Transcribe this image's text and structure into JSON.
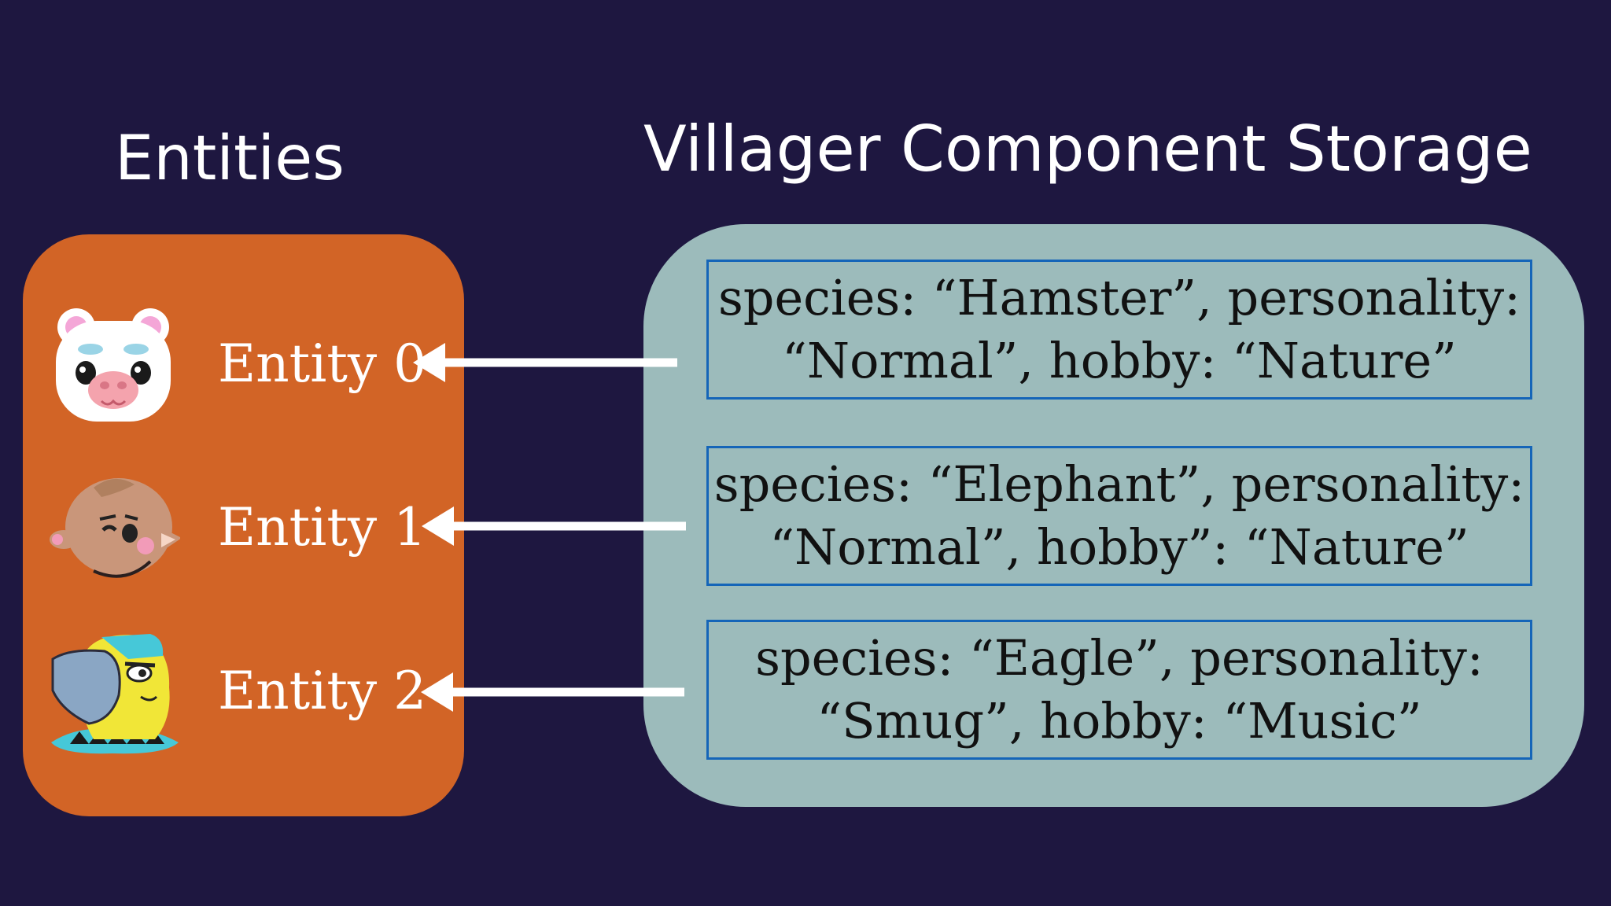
{
  "headings": {
    "entities": "Entities",
    "storage": "Villager Component Storage"
  },
  "entities": [
    {
      "label": "Entity 0",
      "icon": "hamster-villager-icon"
    },
    {
      "label": "Entity 1",
      "icon": "elephant-villager-icon"
    },
    {
      "label": "Entity 2",
      "icon": "eagle-villager-icon"
    }
  ],
  "components": [
    {
      "line1": "species: “Hamster”, personality:",
      "line2": "“Normal”, hobby: “Nature”"
    },
    {
      "line1": "species: “Elephant”, personality:",
      "line2": "“Normal”, hobby”: “Nature”"
    },
    {
      "line1": "species: “Eagle”, personality:",
      "line2": "“Smug”, hobby: “Music”"
    }
  ],
  "colors": {
    "background": "#1e1740",
    "entities_panel": "#d26426",
    "storage_panel": "#9cbbbb",
    "component_border": "#1565b8",
    "arrow": "#ffffff"
  }
}
